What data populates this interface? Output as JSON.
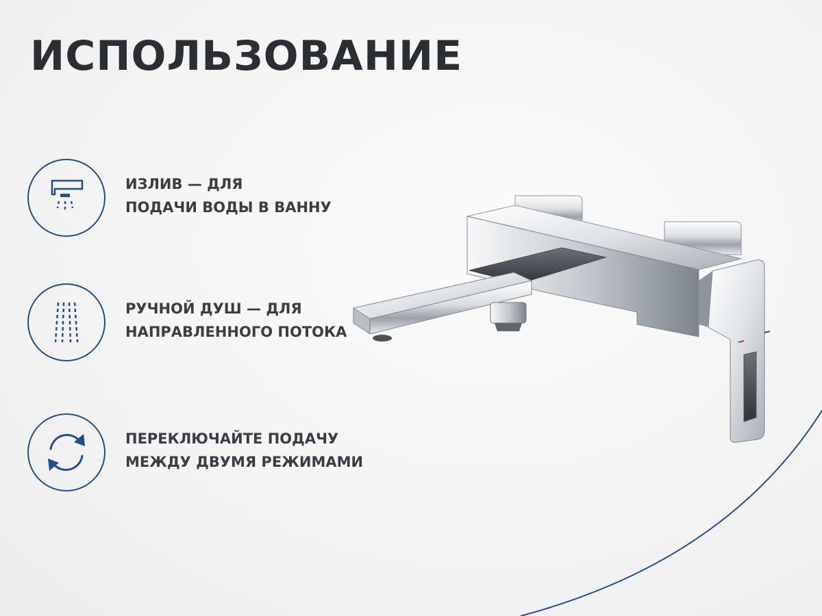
{
  "title": "ИСПОЛЬЗОВАНИЕ",
  "features": [
    {
      "icon": "spout-icon",
      "line1": "ИЗЛИВ — ДЛЯ",
      "line2": "ПОДАЧИ ВОДЫ В ВАННУ"
    },
    {
      "icon": "shower-icon",
      "line1": "РУЧНОЙ ДУШ — ДЛЯ",
      "line2": "НАПРАВЛЕННОГО ПОТОКА"
    },
    {
      "icon": "switch-icon",
      "line1": "ПЕРЕКЛЮЧАЙТЕ ПОДАЧУ",
      "line2": "МЕЖДУ ДВУМЯ РЕЖИМАМИ"
    }
  ],
  "colors": {
    "accent": "#1f4e8c",
    "text": "#3a3e42",
    "title": "#2b2f33"
  },
  "product_image": "bath-mixer-faucet"
}
